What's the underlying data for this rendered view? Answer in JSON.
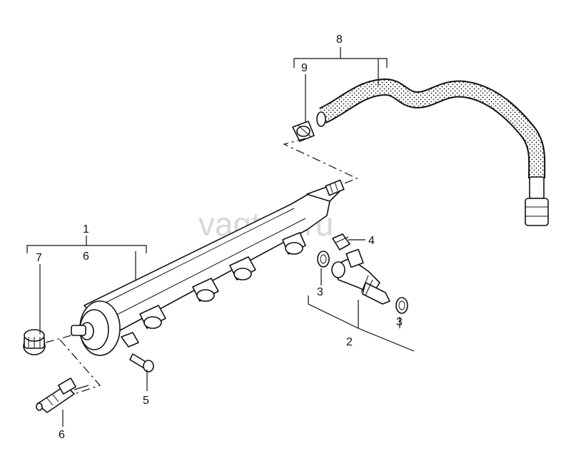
{
  "watermark": "vagtec.ru",
  "callouts": {
    "c1": "1",
    "c2": "2",
    "c3a": "3",
    "c3b": "3",
    "c4": "4",
    "c5": "5",
    "c6a": "6",
    "c6b": "6",
    "c7": "7",
    "c8": "8",
    "c9": "9"
  }
}
